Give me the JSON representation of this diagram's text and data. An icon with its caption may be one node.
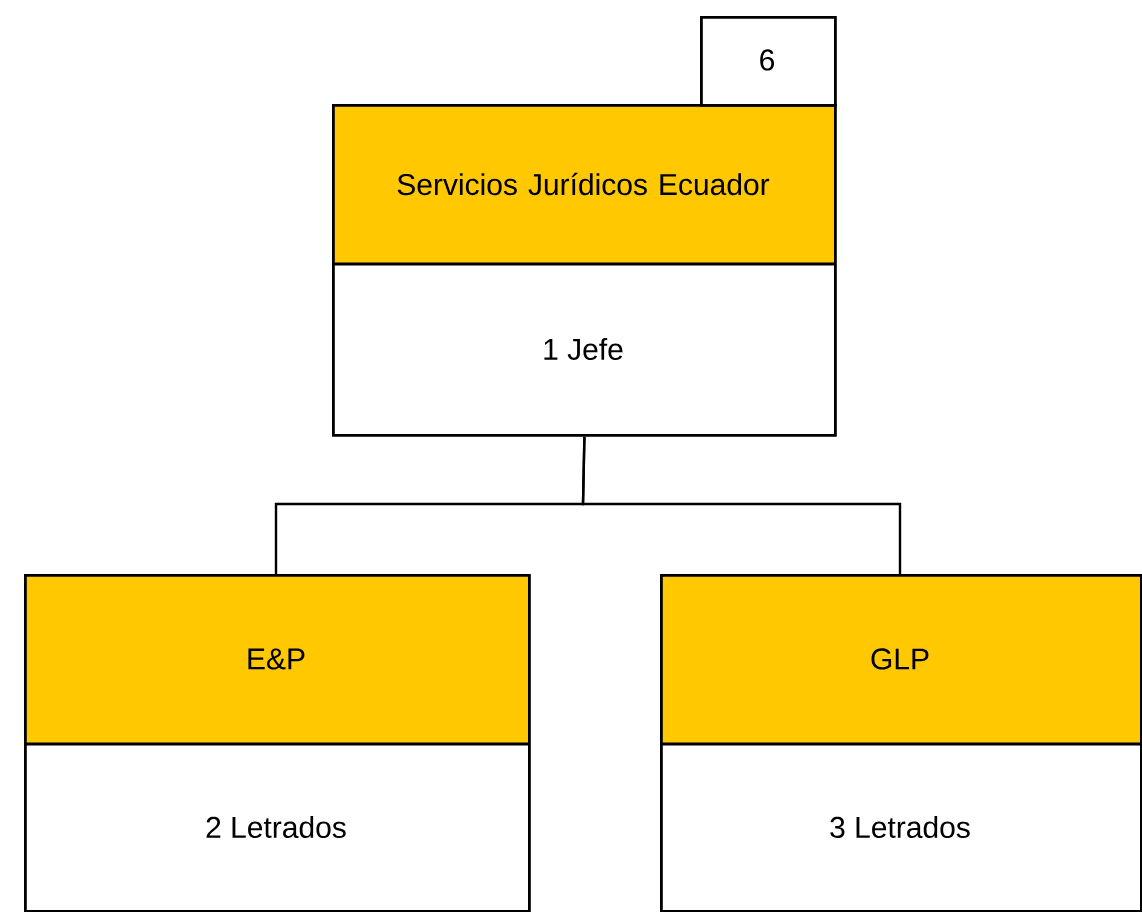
{
  "diagram": {
    "nodes": [
      {
        "text": [
          "Servicios Jurídicos Ecuador",
          "1 Jefe"
        ]
      },
      {
        "text": [
          "6"
        ]
      },
      {
        "text": [
          "E&P",
          "2 Letrados"
        ]
      },
      {
        "text": [
          "GLP",
          "3 Letrados"
        ]
      }
    ],
    "edges": [
      {
        "from": 0,
        "to": 2,
        "arrow": "none"
      },
      {
        "from": 0,
        "to": 3,
        "arrow": "none"
      }
    ]
  }
}
